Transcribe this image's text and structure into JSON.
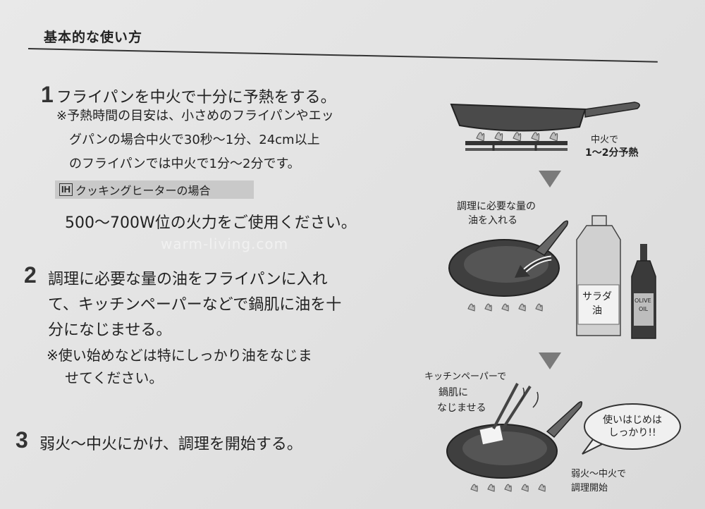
{
  "section_title": "基本的な使い方",
  "watermark": "warm-living.com",
  "steps": [
    {
      "num": "1",
      "lines": [
        "フライパンを中火で十分に予熱をする。"
      ],
      "note_lines": [
        "※予熱時間の目安は、小さめのフライパンやエッ",
        "グパンの場合中火で30秒～1分、24cm以上",
        "のフライパンでは中火で1分～2分です。"
      ],
      "ih_badge": "IH",
      "ih_label": "クッキングヒーターの場合",
      "ih_text": "500～700W位の火力をご使用ください。"
    },
    {
      "num": "2",
      "lines": [
        "調理に必要な量の油をフライパンに入れ",
        "て、キッチンペーパーなどで鍋肌に油を十",
        "分になじませる。"
      ],
      "note_lines": [
        "※使い始めなどは特にしっかり油をなじま",
        "せてください。"
      ]
    },
    {
      "num": "3",
      "lines": [
        "弱火～中火にかけ、調理を開始する。"
      ]
    }
  ],
  "illustrations": {
    "preheat": [
      "中火で",
      "1～2分予熱"
    ],
    "oil": [
      "調理に必要な量の",
      "油を入れる"
    ],
    "salad_oil": [
      "サラダ",
      "油"
    ],
    "olive_oil": [
      "OLIVE",
      "OIL"
    ],
    "paper": [
      "キッチンペーパーで",
      "鍋肌に",
      "なじませる"
    ],
    "bubble": [
      "使いはじめは",
      "しっかり!!"
    ],
    "start": [
      "弱火～中火で",
      "調理開始"
    ]
  }
}
